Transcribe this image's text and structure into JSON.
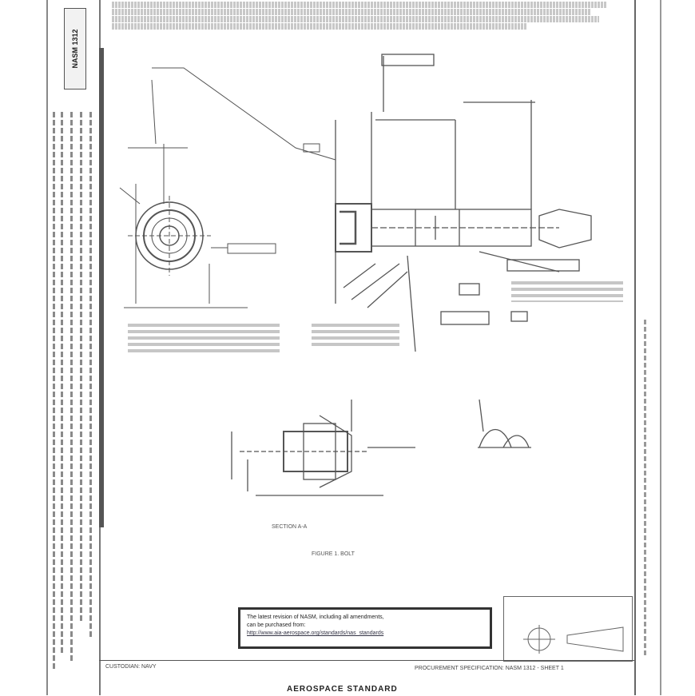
{
  "document": {
    "spec_label": "NASM 1312",
    "view_label": "SECTION A-A",
    "figure_label": "FIGURE 1. BOLT",
    "url_notice": {
      "line1": "The latest revision of NASM, including all amendments,",
      "line2": "can be purchased from:",
      "line3": "http://www.aia-aerospace.org/standards/nas_standards"
    },
    "title_block": {
      "left": "CUSTODIAN: NAVY",
      "right": "PROCUREMENT SPECIFICATION: NASM 1312 - SHEET 1",
      "title": "AEROSPACE STANDARD"
    }
  }
}
